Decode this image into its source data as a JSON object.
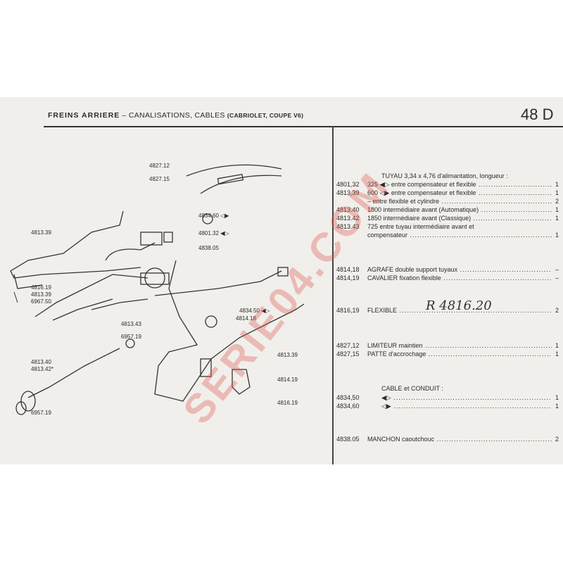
{
  "header": {
    "title_bold": "FREINS ARRIERE",
    "title_rest": "– CANALISATIONS, CABLES",
    "title_small": "(CABRIOLET, COUPE V6)",
    "page_number": "48 D"
  },
  "parts": [
    {
      "ref": "",
      "desc": "TUYAU 3,34 x 4,76 d'alimantation, longueur :",
      "qty": ""
    },
    {
      "ref": "4801,32",
      "desc": "325 ◀▷ entre compensateur et flexible",
      "qty": "1"
    },
    {
      "ref": "4813,39",
      "desc": "600 ◁▶ entre compensateur et flexible",
      "qty": "1"
    },
    {
      "ref": "",
      "desc": "– entre flexible et cylindre",
      "qty": "2"
    },
    {
      "ref": "4813.40",
      "desc": "1800 intermédiaire avant (Automatique)",
      "qty": "1"
    },
    {
      "ref": "4813.42",
      "desc": "1850 intermédiaire avant (Classique)",
      "qty": "1"
    },
    {
      "ref": "4813.43",
      "desc": "725 entre tuyau intermédiaire avant et",
      "qty": ""
    },
    {
      "ref": "",
      "desc": "compensateur",
      "qty": "1"
    },
    {
      "ref": "4814,18",
      "desc": "AGRAFE double support tuyaux",
      "qty": "–"
    },
    {
      "ref": "4814,19",
      "desc": "CAVALIER fixation flexible",
      "qty": "–"
    },
    {
      "ref": "4816,19",
      "desc": "FLEXIBLE",
      "qty": "2"
    },
    {
      "ref": "4827,12",
      "desc": "LIMITEUR maintien",
      "qty": "1"
    },
    {
      "ref": "4827,15",
      "desc": "PATTE d'accrochage",
      "qty": "1"
    },
    {
      "ref": "",
      "desc": "CABLE et CONDUIT :",
      "qty": ""
    },
    {
      "ref": "4834,50",
      "desc": "◀▷",
      "qty": "1"
    },
    {
      "ref": "4834,60",
      "desc": "◁▶",
      "qty": "1"
    },
    {
      "ref": "4838.05",
      "desc": "MANCHON caoutchouc",
      "qty": "2"
    }
  ],
  "handwritten_note": "R 4816.20",
  "watermark": "SERIE04.COM",
  "callouts": [
    "4827.12",
    "4827.15",
    "4813.39",
    "4834.60 ◁▶",
    "4801.32 ◀▷",
    "4838.05",
    "4816.19",
    "4813.39",
    "6967.50",
    "4834.50 ◀▷",
    "4814.18",
    "4813.43",
    "6957.19",
    "4813.40",
    "4813.42*",
    "6957.19",
    "4813.39",
    "4814.19",
    "4816.19"
  ]
}
